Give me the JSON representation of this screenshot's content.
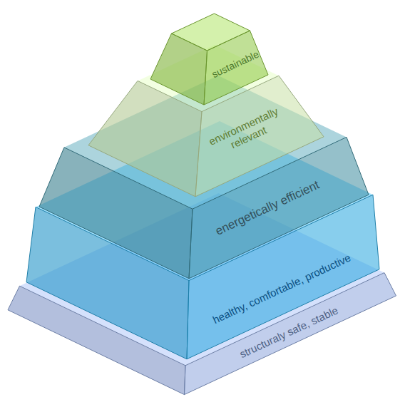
{
  "diagram": {
    "nodes": [
      {
        "text": [
          "sustainable"
        ]
      },
      {
        "text": [
          "environmentally relevant"
        ]
      },
      {
        "text": [
          "energetically efficient"
        ]
      },
      {
        "text": [
          "healthy, comfortable, productive"
        ]
      },
      {
        "text": [
          "structuraly safe, stable"
        ]
      }
    ]
  }
}
